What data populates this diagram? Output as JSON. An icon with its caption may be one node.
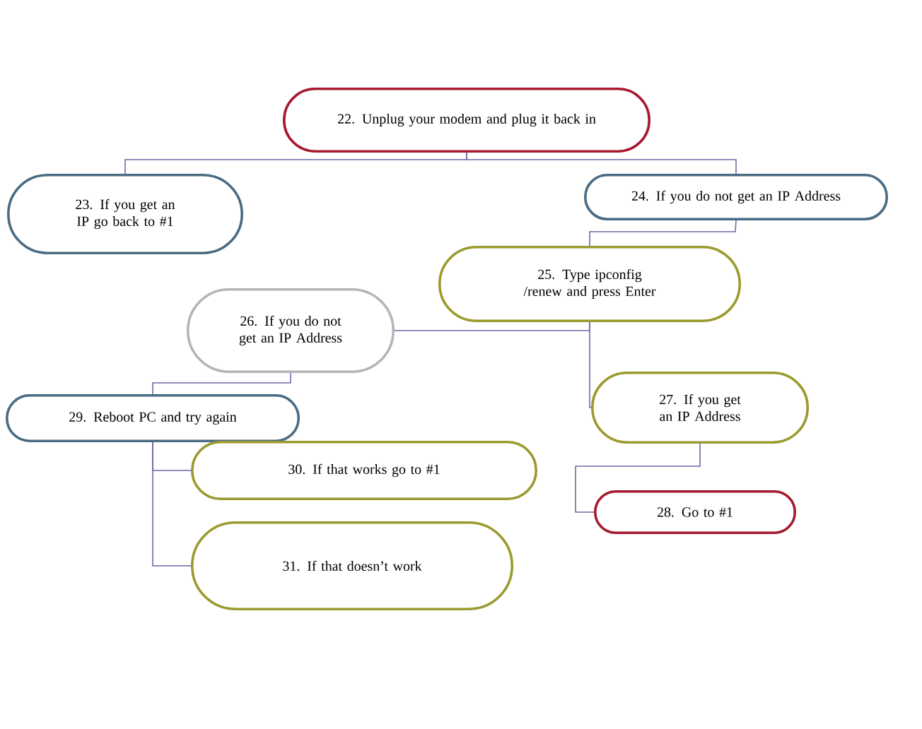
{
  "diagram": {
    "nodes": [
      {
        "text": [
          "22. Unplug your modem and plug it back in"
        ]
      },
      {
        "text": [
          "23. If you get an IP go back to #1"
        ]
      },
      {
        "text": [
          "24. If you do not get an IP Address"
        ]
      },
      {
        "text": [
          "25. Type ipconfig /renew and press Enter"
        ]
      },
      {
        "text": [
          "26. If you do not get an IP Address"
        ]
      },
      {
        "text": [
          "29. Reboot PC and try again"
        ]
      },
      {
        "text": [
          "30. If that works go to #1"
        ]
      },
      {
        "text": [
          "31. If that doesn’t work"
        ]
      },
      {
        "text": [
          "27. If you get an IP Address"
        ]
      },
      {
        "text": [
          "28. Go to #1"
        ]
      }
    ],
    "edges": [
      {
        "from": 0,
        "to": 1,
        "arrow": "none"
      },
      {
        "from": 0,
        "to": 2,
        "arrow": "none"
      },
      {
        "from": 2,
        "to": 3,
        "arrow": "none"
      },
      {
        "from": 3,
        "to": 4,
        "arrow": "none"
      },
      {
        "from": 3,
        "to": 8,
        "arrow": "none"
      },
      {
        "from": 4,
        "to": 5,
        "arrow": "none"
      },
      {
        "from": 5,
        "to": 6,
        "arrow": "none"
      },
      {
        "from": 5,
        "to": 7,
        "arrow": "none"
      },
      {
        "from": 8,
        "to": 9,
        "arrow": "none"
      }
    ]
  }
}
